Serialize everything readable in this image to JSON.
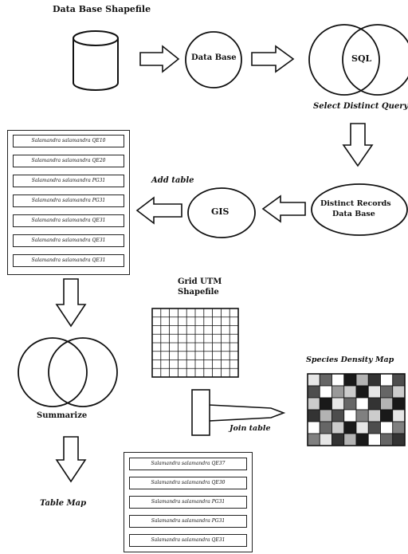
{
  "labels": {
    "db_shapefile": "Data Base Shapefile",
    "data_base": "Data Base",
    "sql": "SQL",
    "select_distinct": "Select Distinct Query",
    "distinct_records_1": "Distinct Records",
    "distinct_records_2": "Data Base",
    "gis": "GIS",
    "add_table": "Add table",
    "grid_utm_1": "Grid UTM",
    "grid_utm_2": "Shapefile",
    "summarize": "Summarize",
    "table_map": "Table Map",
    "join_table": "Join table",
    "species_density": "Species Density Map"
  },
  "records_top": [
    "Salamandra salamandra QE10",
    "Salamandra salamandra QE20",
    "Salamandra salamandra PG31",
    "Salamandra salamandra PG31",
    "Salamandra salamandra QE31",
    "Salamandra salamandra QE31",
    "Salamandra salamandra QE31"
  ],
  "records_bottom": [
    "Salamandra salamandra QE37",
    "Salamandra salamandra QE30",
    "Salamandra salamandra PG31",
    "Salamandra salamandra PG31",
    "Salamandra salamandra QE31"
  ],
  "density_levels": [
    [
      0.1,
      0.6,
      0.0,
      0.9,
      0.3,
      0.8,
      0.0,
      0.7
    ],
    [
      0.7,
      0.0,
      0.4,
      0.2,
      0.9,
      0.1,
      0.6,
      0.2
    ],
    [
      0.2,
      0.9,
      0.1,
      0.6,
      0.0,
      0.8,
      0.3,
      0.9
    ],
    [
      0.8,
      0.3,
      0.7,
      0.0,
      0.5,
      0.2,
      0.9,
      0.1
    ],
    [
      0.0,
      0.6,
      0.2,
      0.9,
      0.1,
      0.7,
      0.0,
      0.5
    ],
    [
      0.5,
      0.1,
      0.8,
      0.3,
      0.9,
      0.0,
      0.6,
      0.8
    ]
  ]
}
